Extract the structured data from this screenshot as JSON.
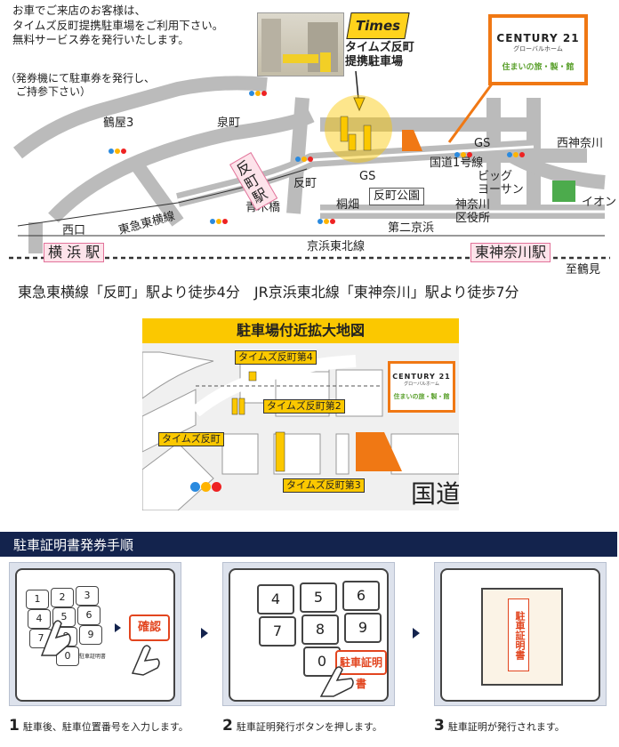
{
  "intro": {
    "main": "お車でご来店のお客様は、\nタイムズ反町提携駐車場をご利用下さい。\n無料サービス券を発行いたします。",
    "note": "（発券機にて駐車券を発行し、\n　ご持参下さい）"
  },
  "times": {
    "logo": "Times",
    "label": "タイムズ反町\n提携駐車場"
  },
  "century21": {
    "brand": "CENTURY 21",
    "sub": "グローバルホーム",
    "slogan": "住まいの旅・製・館"
  },
  "map_labels": {
    "tsuruya3": "鶴屋3",
    "izumicho": "泉町",
    "tanmachi": "反町",
    "nishi_kanagawa": "西神奈川",
    "gs1": "GS",
    "gs2": "GS",
    "route1": "国道1号線",
    "big_yosan": "ビッグ\nヨーサン",
    "aeon": "イオン",
    "kiribata": "桐畑",
    "tanmachi_park": "反町公園",
    "daini_keihin": "第二京浜",
    "kanagawa_ward": "神奈川\n区役所",
    "aokibashi": "青木橋",
    "nishiguchi": "西口",
    "toyoko_line": "東急東横線",
    "keihin_tohoku": "京浜東北線",
    "to_tsurumi": "至鶴見"
  },
  "stations": {
    "tanmachi": "反町駅",
    "yokohama": "横 浜 駅",
    "higashi_kanagawa": "東神奈川駅"
  },
  "caption": "東急東横線「反町」駅より徒歩4分　JR京浜東北線「東神奈川」駅より徒歩7分",
  "zoom_map": {
    "title": "駐車場付近拡大地図",
    "lot4": "タイムズ反町第4",
    "lot2": "タイムズ反町第2",
    "lot1": "タイムズ反町",
    "lot3": "タイムズ反町第3",
    "road": "国道"
  },
  "steps": {
    "title": "駐車証明書発券手順",
    "confirm": "確認",
    "cert_button": "駐車証明書",
    "cert_doc": "駐車証明書",
    "pad_small_label": "駐車証明書",
    "items": [
      {
        "num": "1",
        "text": "駐車後、駐車位置番号を入力します。"
      },
      {
        "num": "2",
        "text": "駐車証明発行ボタンを押します。"
      },
      {
        "num": "3",
        "text": "駐車証明が発行されます。"
      }
    ]
  },
  "keypad_small": [
    "1",
    "2",
    "3",
    "4",
    "5",
    "6",
    "7",
    "8",
    "9",
    "0"
  ],
  "keypad_big": [
    "4",
    "5",
    "6",
    "7",
    "8",
    "9",
    "0"
  ],
  "colors": {
    "accent_orange": "#f07814",
    "times_yellow": "#fbc800",
    "navy": "#13234d",
    "station_pink": "#fde3ea",
    "park_green": "#4cab4c"
  }
}
